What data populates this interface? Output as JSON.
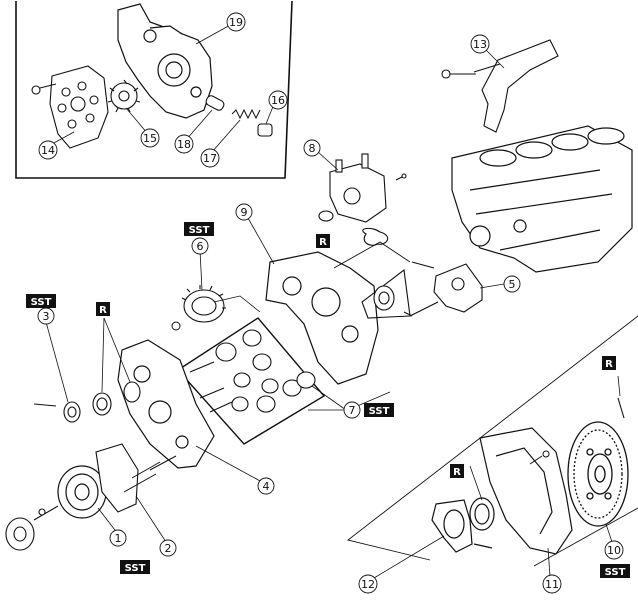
{
  "callouts": {
    "c1": "1",
    "c2": "2",
    "c3": "3",
    "c4": "4",
    "c5": "5",
    "c6": "6",
    "c7": "7",
    "c8": "8",
    "c9": "9",
    "c10": "10",
    "c11": "11",
    "c12": "12",
    "c13": "13",
    "c14": "14",
    "c15": "15",
    "c16": "16",
    "c17": "17",
    "c18": "18",
    "c19": "19"
  },
  "badges": {
    "sst": "SST",
    "r": "R"
  },
  "colors": {
    "line": "#111111",
    "badge_bg": "#111111",
    "badge_text": "#ffffff",
    "background": "#ffffff"
  }
}
